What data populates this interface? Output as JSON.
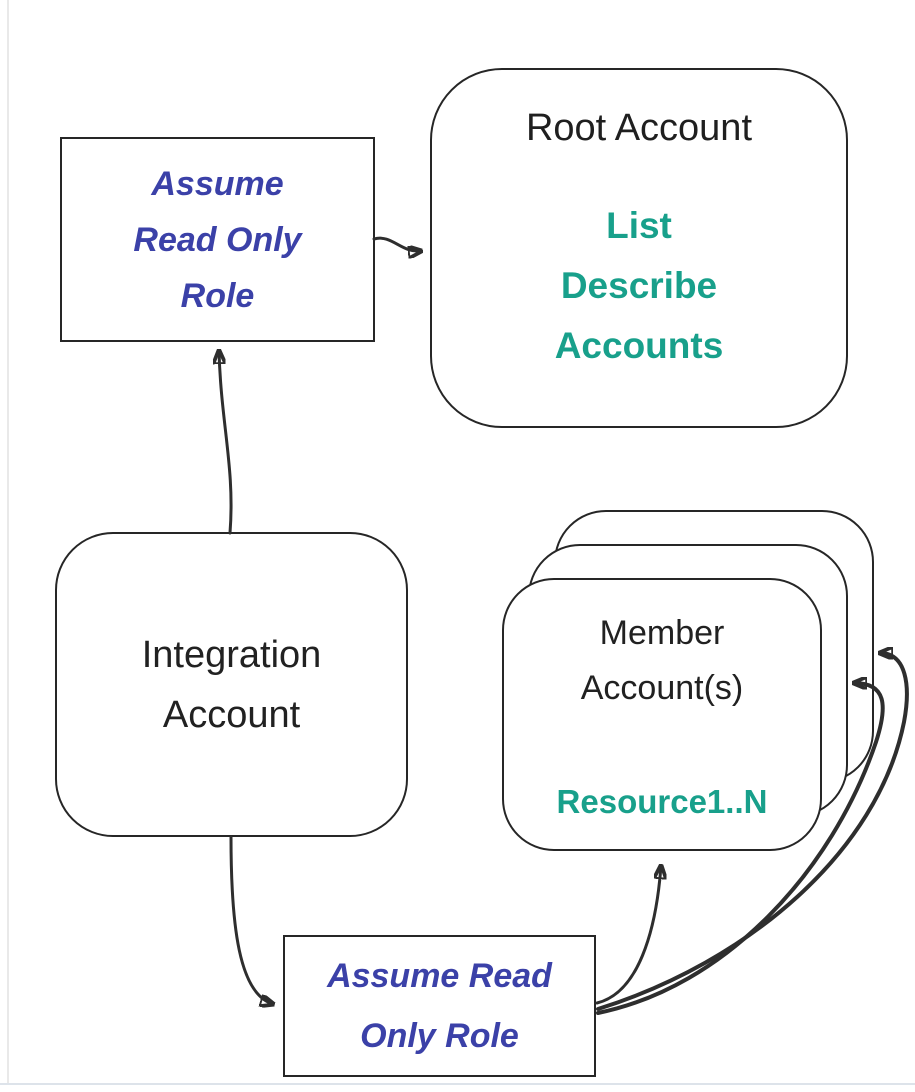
{
  "diagram": {
    "assume_top": {
      "lines": [
        "Assume",
        "Read Only",
        "Role"
      ]
    },
    "root_account": {
      "title": "Root Account",
      "actions": [
        "List",
        "Describe",
        "Accounts"
      ]
    },
    "integration_account": {
      "lines": [
        "Integration",
        "Account"
      ]
    },
    "member_accounts": {
      "title_lines": [
        "Member",
        "Account(s)"
      ],
      "resources": "Resource1..N",
      "stack_count": 3
    },
    "assume_bottom": {
      "lines": [
        "Assume Read",
        "Only Role"
      ]
    },
    "connections": [
      {
        "from": "assume-read-only-role-top",
        "to": "root-account"
      },
      {
        "from": "integration-account",
        "to": "assume-read-only-role-top"
      },
      {
        "from": "integration-account",
        "to": "assume-read-only-role-bottom"
      },
      {
        "from": "assume-read-only-role-bottom",
        "to": "member-account-front"
      },
      {
        "from": "assume-read-only-role-bottom",
        "to": "member-account-middle"
      },
      {
        "from": "assume-read-only-role-bottom",
        "to": "member-account-back"
      }
    ]
  },
  "colors": {
    "action_green": "#18a08b",
    "role_blue": "#3b41a8",
    "connector_dark": "#2e2e2e",
    "text_black": "#212121",
    "background": "#ffffff"
  }
}
